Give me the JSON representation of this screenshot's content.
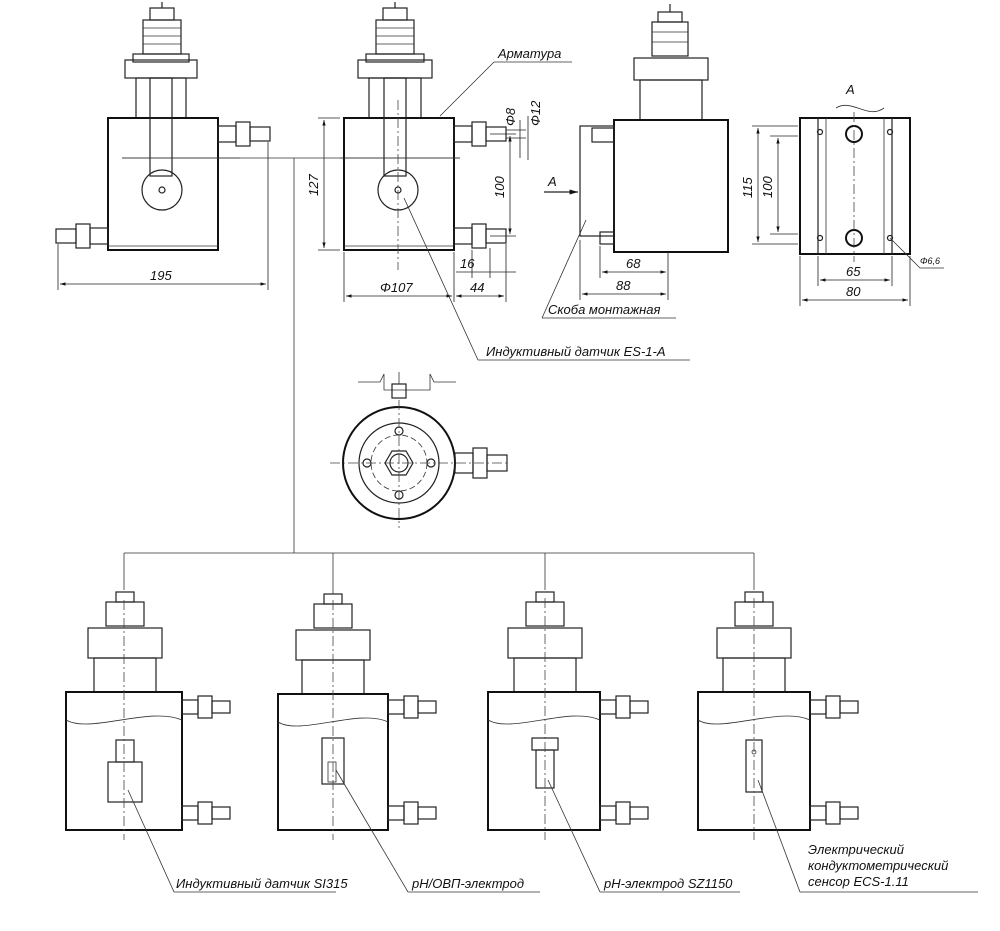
{
  "labels": {
    "armatura": "Арматура",
    "skoba": "Скоба монтажная",
    "es1a": "Индуктивный датчик ES-1-A",
    "si315": "Индуктивный датчик SI315",
    "ph_ovp": "pH/ОВП-электрод",
    "ph_sz": "pH-электрод SZ1150",
    "ecs_1": "Электрический",
    "ecs_2": "кондуктометрический",
    "ecs_3": "сенсор ECS-1.11",
    "view_a": "А",
    "arrow_a": "А"
  },
  "dimensions": {
    "d195": "195",
    "d127": "127",
    "d107": "Φ107",
    "d100": "100",
    "d16": "16",
    "d44": "44",
    "phi8": "Φ8",
    "phi12": "Φ12",
    "d68": "68",
    "d88": "88",
    "d115": "115",
    "d100b": "100",
    "d65": "65",
    "d80": "80",
    "hole": "Φ6,6"
  }
}
